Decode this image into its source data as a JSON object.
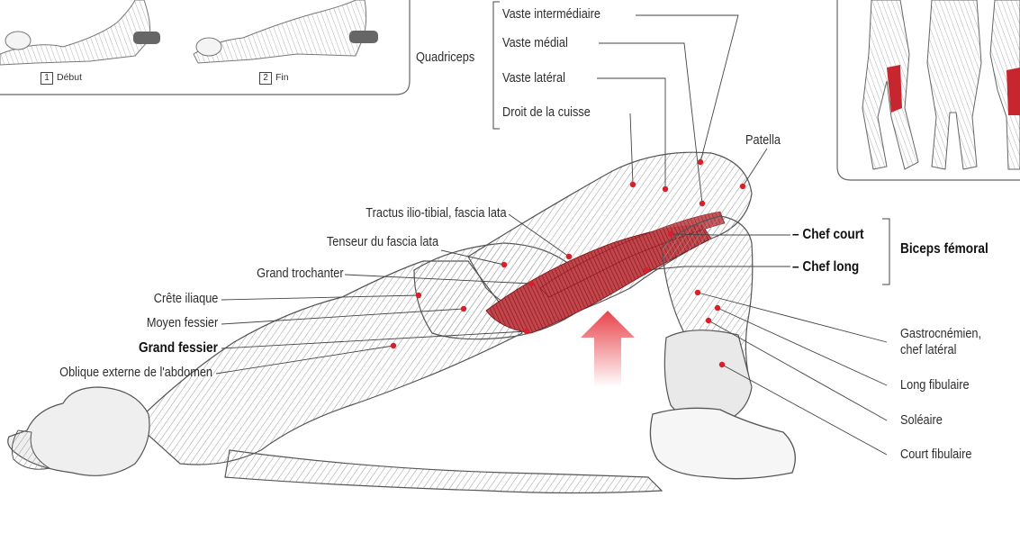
{
  "figure": {
    "steps": [
      {
        "number": "1",
        "label": "Début"
      },
      {
        "number": "2",
        "label": "Fin"
      }
    ],
    "groups": {
      "quadriceps": "Quadriceps",
      "biceps_femoral": "Biceps fémoral"
    },
    "labels": {
      "vaste_intermediaire": "Vaste intermédiaire",
      "vaste_medial": "Vaste médial",
      "vaste_lateral": "Vaste latéral",
      "droit_cuisse": "Droit de la cuisse",
      "patella": "Patella",
      "tractus": "Tractus ilio-tibial, fascia lata",
      "tenseur": "Tenseur du fascia lata",
      "grand_trochanter": "Grand trochanter",
      "crete_iliaque": "Crête iliaque",
      "moyen_fessier": "Moyen fessier",
      "grand_fessier": "Grand fessier",
      "oblique": "Oblique externe de l'abdomen",
      "chef_court": "– Chef court",
      "chef_long": "– Chef long",
      "gastrocnemien_1": "Gastrocnémien,",
      "gastrocnemien_2": "chef latéral",
      "long_fibulaire": "Long fibulaire",
      "soleaire": "Soléaire",
      "court_fibulaire": "Court fibulaire"
    },
    "colors": {
      "muscle_highlight": "#b8242c",
      "arrow": "#e8434a",
      "leader_dot": "#d8202a",
      "line": "#444444"
    }
  }
}
